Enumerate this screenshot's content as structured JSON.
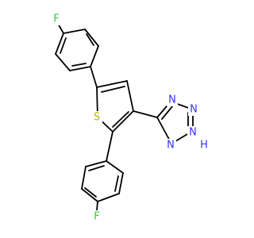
{
  "structure": {
    "bond_color": "#000000",
    "atoms": {
      "fluorine_top": {
        "symbol": "F",
        "color": "#33cc33"
      },
      "fluorine_bottom": {
        "symbol": "F",
        "color": "#33cc33"
      },
      "sulfur": {
        "symbol": "S",
        "color": "#b3b300"
      },
      "tetrazole_n1": {
        "symbol": "N",
        "color": "#3333ff"
      },
      "tetrazole_n2": {
        "symbol": "N",
        "color": "#3333ff"
      },
      "tetrazole_n3": {
        "symbol": "N",
        "color": "#3333ff"
      },
      "tetrazole_nh": {
        "symbol": "N",
        "color": "#3333ff"
      },
      "tetrazole_h": {
        "symbol": "H",
        "color": "#3333ff"
      }
    }
  }
}
